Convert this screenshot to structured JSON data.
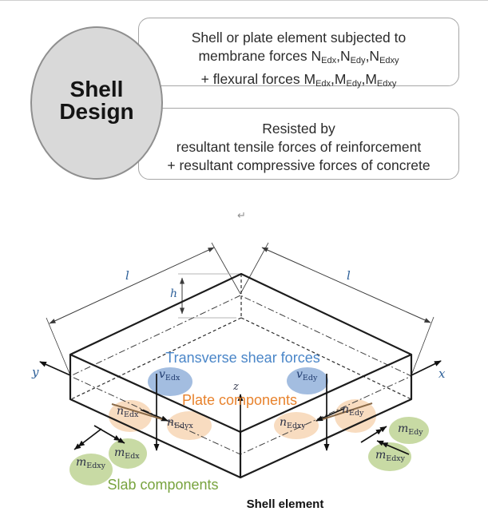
{
  "flowchart": {
    "circle": {
      "line1": "Shell",
      "line2": "Design"
    },
    "boxes": [
      {
        "lines": [
          [
            {
              "t": "Shell or plate element subjected to"
            }
          ],
          [
            {
              "t": "membrane forces N"
            },
            {
              "sub": "Edx"
            },
            {
              "t": ",N"
            },
            {
              "sub": "Edy"
            },
            {
              "t": ",N"
            },
            {
              "sub": "Edxy"
            }
          ],
          [
            {
              "t": "+ flexural forces M"
            },
            {
              "sub": "Edx"
            },
            {
              "t": ",M"
            },
            {
              "sub": "Edy"
            },
            {
              "t": ",M"
            },
            {
              "sub": "Edxy"
            }
          ]
        ]
      },
      {
        "lines": [
          [
            {
              "t": "Resisted by"
            }
          ],
          [
            {
              "t": "resultant tensile forces of reinforcement"
            }
          ],
          [
            {
              "t": "+ resultant compressive forces of concrete"
            }
          ]
        ]
      }
    ]
  },
  "diagram": {
    "return_mark": "↵",
    "dims": {
      "l_left": "l",
      "l_right": "l",
      "h": "h"
    },
    "axes": {
      "x": "x",
      "y": "y",
      "z": "z"
    },
    "annotations": {
      "transverse": "Transverse shear forces",
      "plate": "Plate components",
      "slab": "Slab components"
    },
    "caption": "Shell element",
    "forces": {
      "v_edx": [
        {
          "t": "v"
        },
        {
          "sub": "Edx"
        }
      ],
      "v_edy": [
        {
          "t": "v"
        },
        {
          "sub": "Edy"
        }
      ],
      "n_edx": [
        {
          "t": "n"
        },
        {
          "sub": "Edx"
        }
      ],
      "n_edyx": [
        {
          "t": "n"
        },
        {
          "sub": "Edyx"
        }
      ],
      "n_edxy": [
        {
          "t": "n"
        },
        {
          "sub": "Edxy"
        }
      ],
      "n_edy": [
        {
          "t": "n"
        },
        {
          "sub": "Edy"
        }
      ],
      "m_edx": [
        {
          "t": "m"
        },
        {
          "sub": "Edx"
        }
      ],
      "m_edxy_left": [
        {
          "t": "m"
        },
        {
          "sub": "Edxy"
        }
      ],
      "m_edy": [
        {
          "t": "m"
        },
        {
          "sub": "Edy"
        }
      ],
      "m_edxy_right": [
        {
          "t": "m"
        },
        {
          "sub": "Edxy"
        }
      ]
    },
    "colors": {
      "shear_ellipse": "#a3bde0",
      "plate_ellipse": "#f8dcc0",
      "slab_ellipse": "#c8daa4",
      "transverse_text": "#4a86c8",
      "plate_text": "#e8822c",
      "slab_text": "#78a33e"
    }
  }
}
